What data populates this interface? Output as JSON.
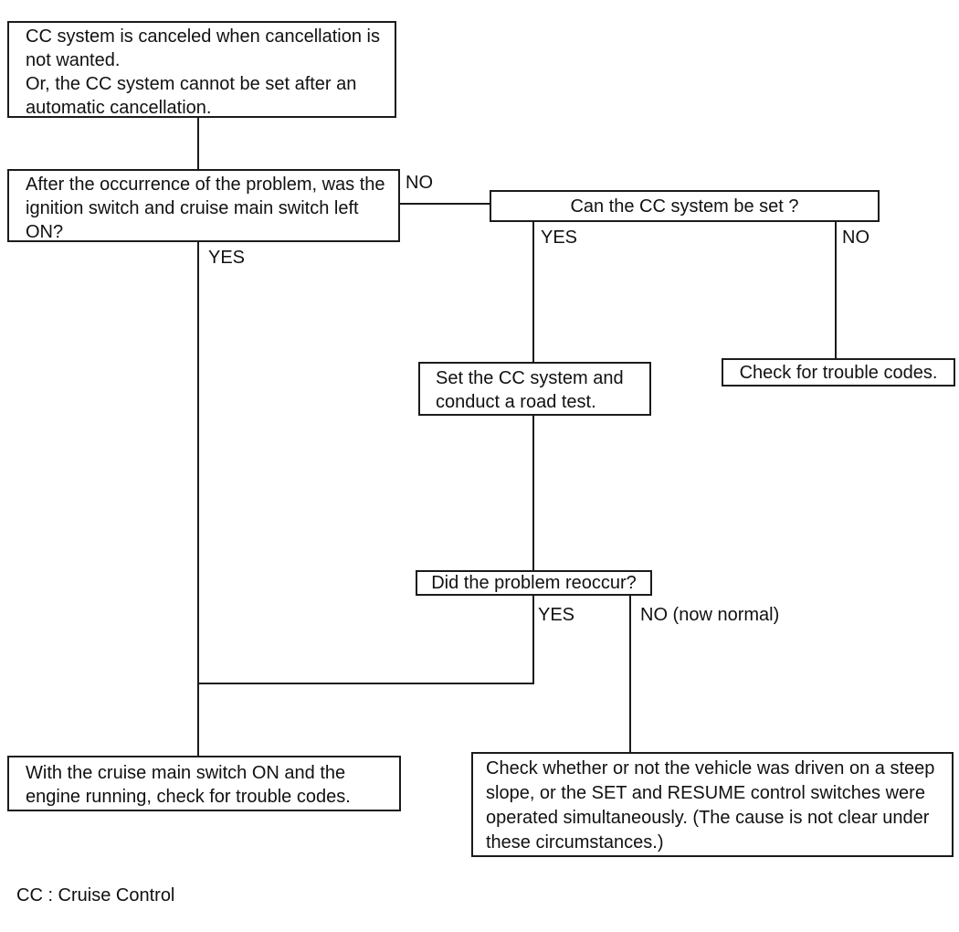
{
  "flowchart": {
    "title_hint": "Cruise control system troubleshooting flowchart",
    "colors": {
      "background": "#ffffff",
      "line": "#1b1b1b",
      "text": "#111111"
    },
    "boxes": {
      "start_problem": {
        "text": "CC system is canceled when cancellation is\nnot wanted.\nOr, the CC system cannot be set after an\nautomatic cancellation."
      },
      "q_switch_left_on": {
        "text": "After the occurrence of the problem, was the\nignition switch and cruise main switch left\nON?"
      },
      "q_cc_set": {
        "text": "Can the CC system be set ?"
      },
      "set_and_road_test": {
        "text": "Set the CC system and\nconduct a road test."
      },
      "check_trouble_codes": {
        "text": "Check for trouble codes."
      },
      "q_problem_reoccur": {
        "text": "Did the problem reoccur?"
      },
      "check_codes_engine_running": {
        "text": "With the cruise main switch ON and the\nengine running, check for trouble codes."
      },
      "check_steep_slope": {
        "text": "Check whether or not the vehicle was driven on a steep\nslope, or the SET and RESUME control switches were\noperated simultaneously. (The cause is not clear under\nthese circumstances.)"
      }
    },
    "branch_labels": {
      "switch_no": "NO",
      "switch_yes": "YES",
      "cc_set_yes": "YES",
      "cc_set_no": "NO",
      "reoccur_yes": "YES",
      "reoccur_no": "NO (now normal)"
    },
    "legend": "CC : Cruise Control"
  }
}
